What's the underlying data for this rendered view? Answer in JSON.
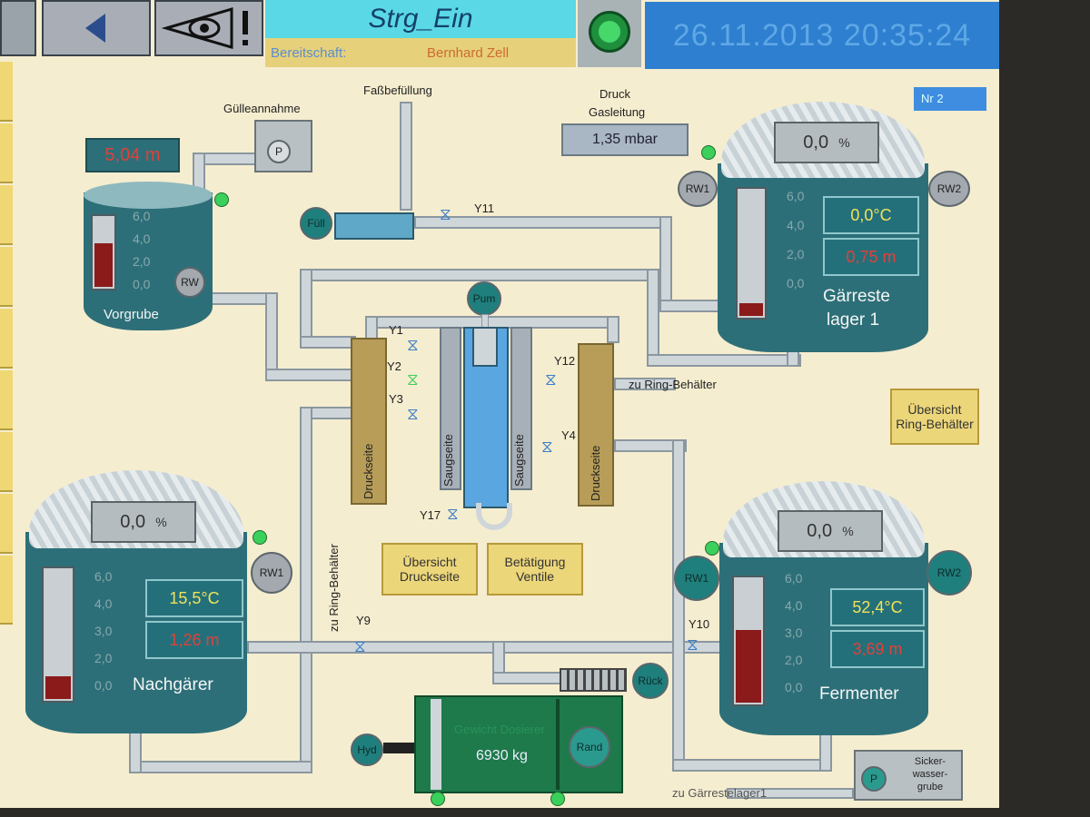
{
  "header": {
    "screen_title": "Strg_Ein",
    "standby_label": "Bereitschaft:",
    "standby_name": "Bernhard Zell",
    "datetime": "26.11.2013 20:35:24",
    "page_indicator": "Nr 2"
  },
  "labels": {
    "guelleannahme": "Gülleannahme",
    "fassbefuellung": "Faßbefüllung",
    "druck_gasleitung_1": "Druck",
    "druck_gasleitung_2": "Gasleitung",
    "gas_pressure": "1,35 mbar",
    "zu_ring_right": "zu Ring-Behälter",
    "zu_ring_vertical": "zu Ring-Behälter",
    "zu_gaerrestelager": "zu Gärrestelager1",
    "druckseite_left": "Druckseite",
    "druckseite_right": "Druckseite",
    "saugseite_left": "Saugseite",
    "saugseite_right": "Saugseite",
    "mixer_weight_title": "Gewicht Dosierer",
    "mixer_weight": "6930 kg"
  },
  "valves": {
    "y1": "Y1",
    "y2": "Y2",
    "y3": "Y3",
    "y4": "Y4",
    "y9": "Y9",
    "y10": "Y10",
    "y11": "Y11",
    "y12": "Y12",
    "y17": "Y17"
  },
  "pumps": {
    "p_guelle": "P",
    "p_sicker": "P",
    "fuell": "Füll",
    "pum": "Pum",
    "rueck": "Rück",
    "hyd": "Hyd",
    "rand": "Rand"
  },
  "buttons": {
    "uebersicht_ring": "Übersicht Ring-Behälter",
    "uebersicht_druckseite": "Übersicht Druckseite",
    "betaetigung_ventile": "Betätigung Ventile",
    "sickerwasser": "Sicker-wasser-grube"
  },
  "tanks": {
    "vorgrube": {
      "name": "Vorgrube",
      "level": "5,04 m",
      "scale": [
        "6,0",
        "4,0",
        "2,0",
        "0,0"
      ],
      "rw": "RW",
      "fill_fraction": 0.65
    },
    "gaerrestelager": {
      "name_1": "Gärreste",
      "name_2": "lager  1",
      "percent": "0,0",
      "unit": "%",
      "temperature": "0,0°C",
      "level": "0,75 m",
      "scale": [
        "6,0",
        "4,0",
        "2,0",
        "0,0"
      ],
      "rw1": "RW1",
      "rw2": "RW2",
      "fill_fraction": 0.13
    },
    "nachgaerer": {
      "name": "Nachgärer",
      "percent": "0,0",
      "unit": "%",
      "temperature": "15,5°C",
      "level": "1,26 m",
      "scale": [
        "6,0",
        "4,0",
        "3,0",
        "2,0",
        "0,0"
      ],
      "rw1": "RW1",
      "fill_fraction": 0.2
    },
    "fermenter": {
      "name": "Fermenter",
      "percent": "0,0",
      "unit": "%",
      "temperature": "52,4°C",
      "level": "3,69 m",
      "scale": [
        "6,0",
        "4,0",
        "3,0",
        "2,0",
        "0,0"
      ],
      "rw1": "RW1",
      "rw2": "RW2",
      "fill_fraction": 0.6
    }
  },
  "colors": {
    "background": "#f5edcf",
    "tank": "#2d6f78",
    "level_fill": "#8b1a1a",
    "temperature_text": "#f0e25a",
    "level_text": "#e0413a",
    "status_led": "#3bcf5b"
  }
}
